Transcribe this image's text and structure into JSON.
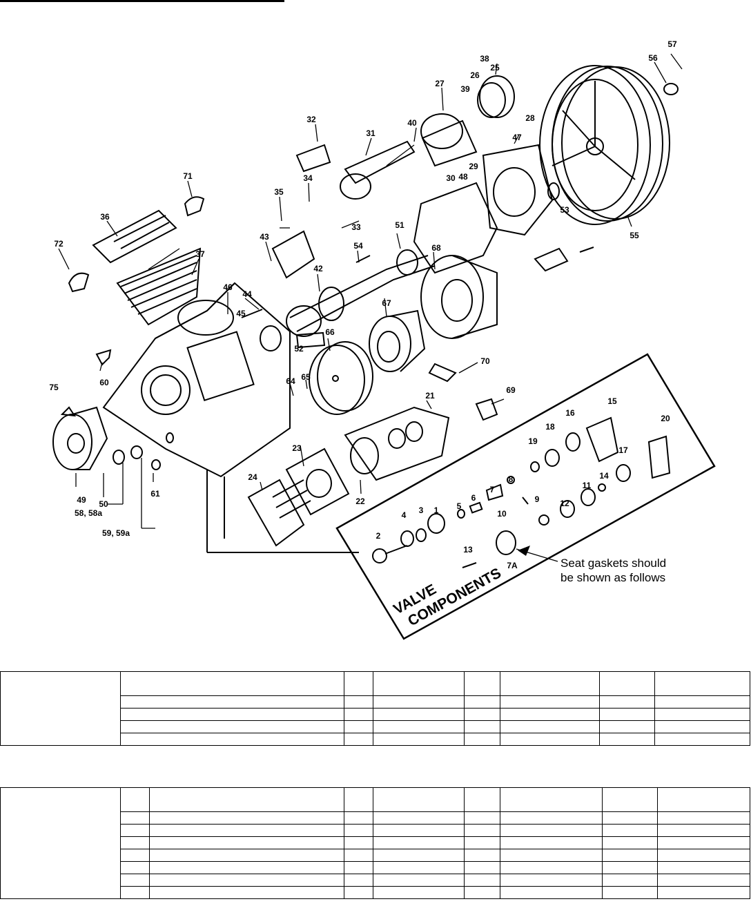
{
  "diagram": {
    "callouts": [
      "1",
      "2",
      "3",
      "4",
      "5",
      "6",
      "7",
      "8",
      "9",
      "10",
      "11",
      "12",
      "13",
      "14",
      "15",
      "16",
      "17",
      "18",
      "19",
      "20",
      "21",
      "22",
      "23",
      "24",
      "25",
      "26",
      "27",
      "28",
      "29",
      "30",
      "31",
      "32",
      "33",
      "34",
      "35",
      "36",
      "37",
      "38",
      "39",
      "40",
      "42",
      "43",
      "44",
      "45",
      "46",
      "47",
      "48",
      "49",
      "50",
      "51",
      "52",
      "53",
      "54",
      "55",
      "56",
      "57",
      "60",
      "61",
      "64",
      "65",
      "66",
      "67",
      "68",
      "69",
      "70",
      "71",
      "72",
      "75",
      "58, 58a",
      "59, 59a",
      "7A"
    ],
    "valve_panel": {
      "line1": "VALVE",
      "line2": "COMPONENTS"
    },
    "note": {
      "line1": "Seat gaskets should",
      "line2": "be shown as follows"
    }
  },
  "tables": [
    {
      "header_rows": 1,
      "body_rows": 4
    },
    {
      "header_rows": 1,
      "body_rows": 7
    }
  ]
}
